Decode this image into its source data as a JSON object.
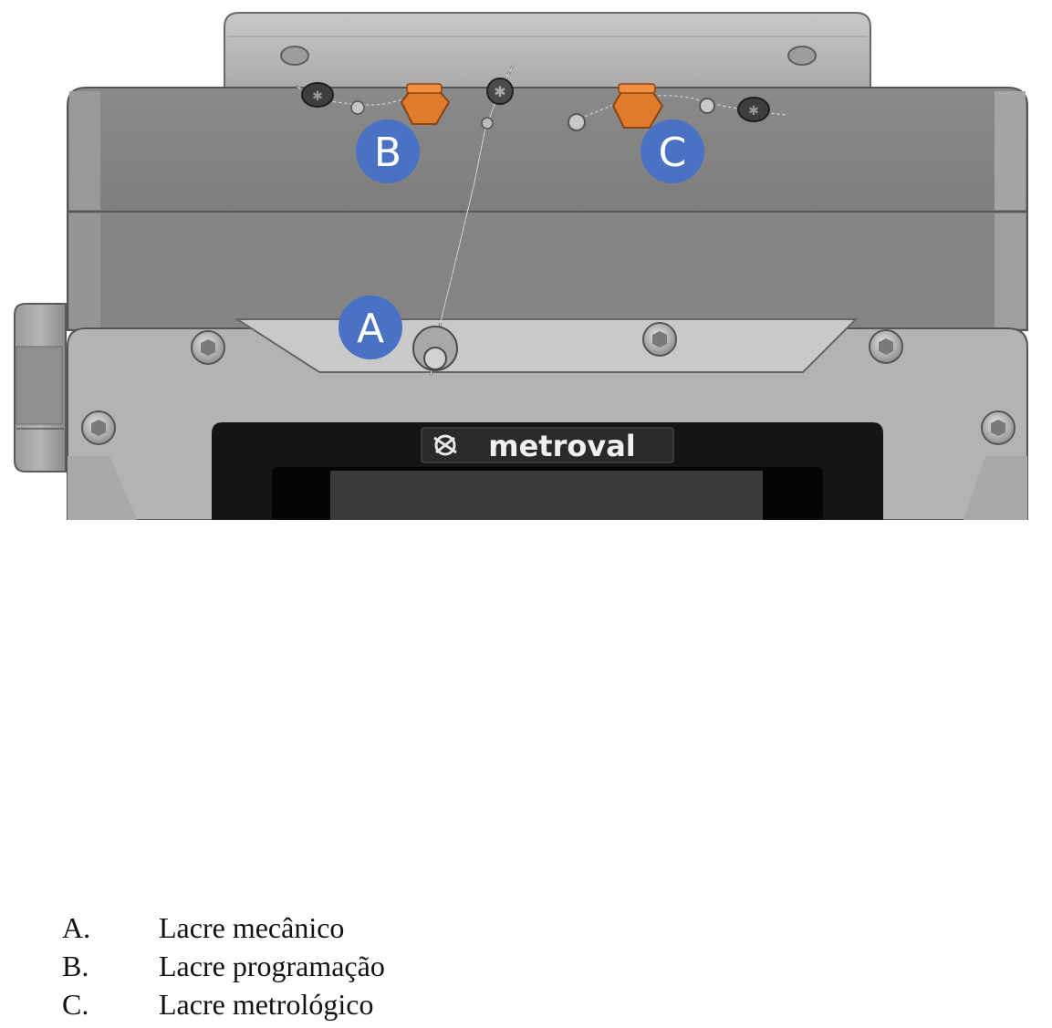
{
  "figure": {
    "brand": "metroval",
    "colors": {
      "callout_badge": "#4a72c4",
      "nut": "#e07a2c",
      "housing": "#8c8c8c",
      "panel": "#b8b8b8",
      "display": "#111111"
    },
    "callouts": [
      {
        "letter": "A"
      },
      {
        "letter": "B"
      },
      {
        "letter": "C"
      }
    ]
  },
  "legend": [
    {
      "letter": "A.",
      "text": "Lacre mecânico"
    },
    {
      "letter": "B.",
      "text": "Lacre programação"
    },
    {
      "letter": "C.",
      "text": "Lacre metrológico"
    }
  ]
}
